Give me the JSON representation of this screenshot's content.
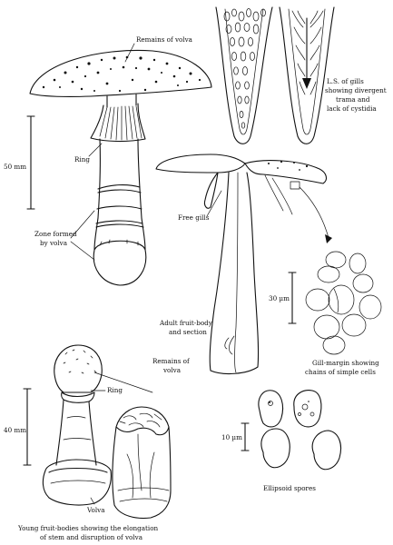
{
  "labels": {
    "remains_of_volva_top": "Remains of volva",
    "ring_top": "Ring",
    "zone_formed_1": "Zone formed",
    "zone_formed_2": "by volva",
    "free_gills": "Free gills",
    "adult_1": "Adult fruit-body",
    "adult_2": "and section",
    "ls_1": "L.S. of gills",
    "ls_2": "showing divergent",
    "ls_3": "trama and",
    "ls_4": "lack of cystidia",
    "gill_margin_1": "Gill-margin showing",
    "gill_margin_2": "chains of simple cells",
    "remains_of_volva_bottom_1": "Remains of",
    "remains_of_volva_bottom_2": "volva",
    "ring_bottom": "Ring",
    "volva": "Volva",
    "ellipsoid_spores": "Ellipsoid spores",
    "caption_1": "Young fruit-bodies showing the elongation",
    "caption_2": "of stem and disruption of volva"
  },
  "scale_bars": {
    "mature": "50 mm",
    "young": "40 mm",
    "cells": "30 µm",
    "spores": "10 µm"
  }
}
